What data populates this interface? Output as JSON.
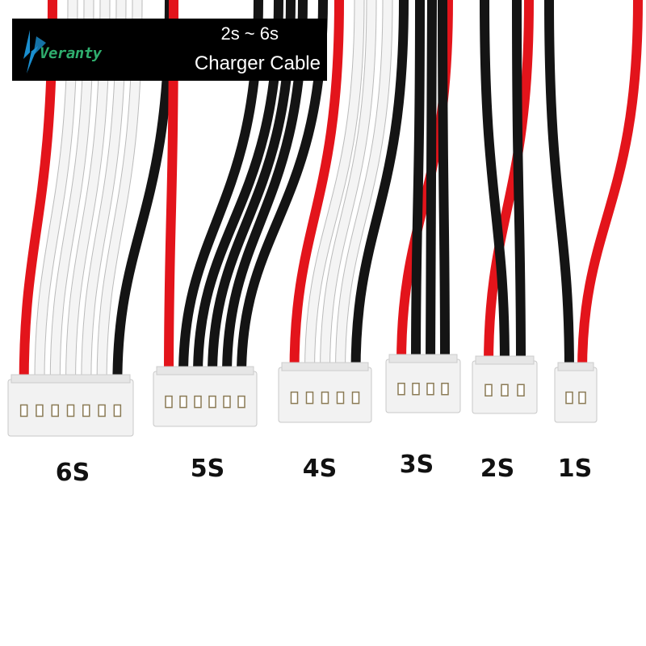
{
  "banner": {
    "logo_text": "Veranty",
    "title_line1": "2s ~ 6s",
    "title_line2": "Charger Cable"
  },
  "cables": [
    {
      "label": "6S",
      "pins": 7
    },
    {
      "label": "5S",
      "pins": 6
    },
    {
      "label": "4S",
      "pins": 5
    },
    {
      "label": "3S",
      "pins": 4
    },
    {
      "label": "2S",
      "pins": 3
    },
    {
      "label": "1S",
      "pins": 2
    }
  ],
  "colors": {
    "red_wire": "#e3141b",
    "black_wire": "#141414",
    "white_wire": "#f4f4f4",
    "connector": "#f2f2f2",
    "logo_green": "#2fae6e",
    "logo_blue": "#1a8fd0"
  }
}
